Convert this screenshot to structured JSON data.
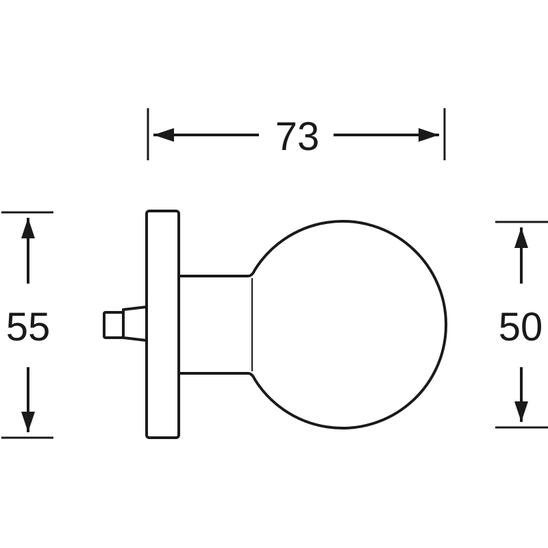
{
  "dimensions": {
    "width_label": "73",
    "left_height_label": "55",
    "right_height_label": "50"
  },
  "colors": {
    "stroke": "#1a1a1a",
    "background": "#ffffff"
  }
}
